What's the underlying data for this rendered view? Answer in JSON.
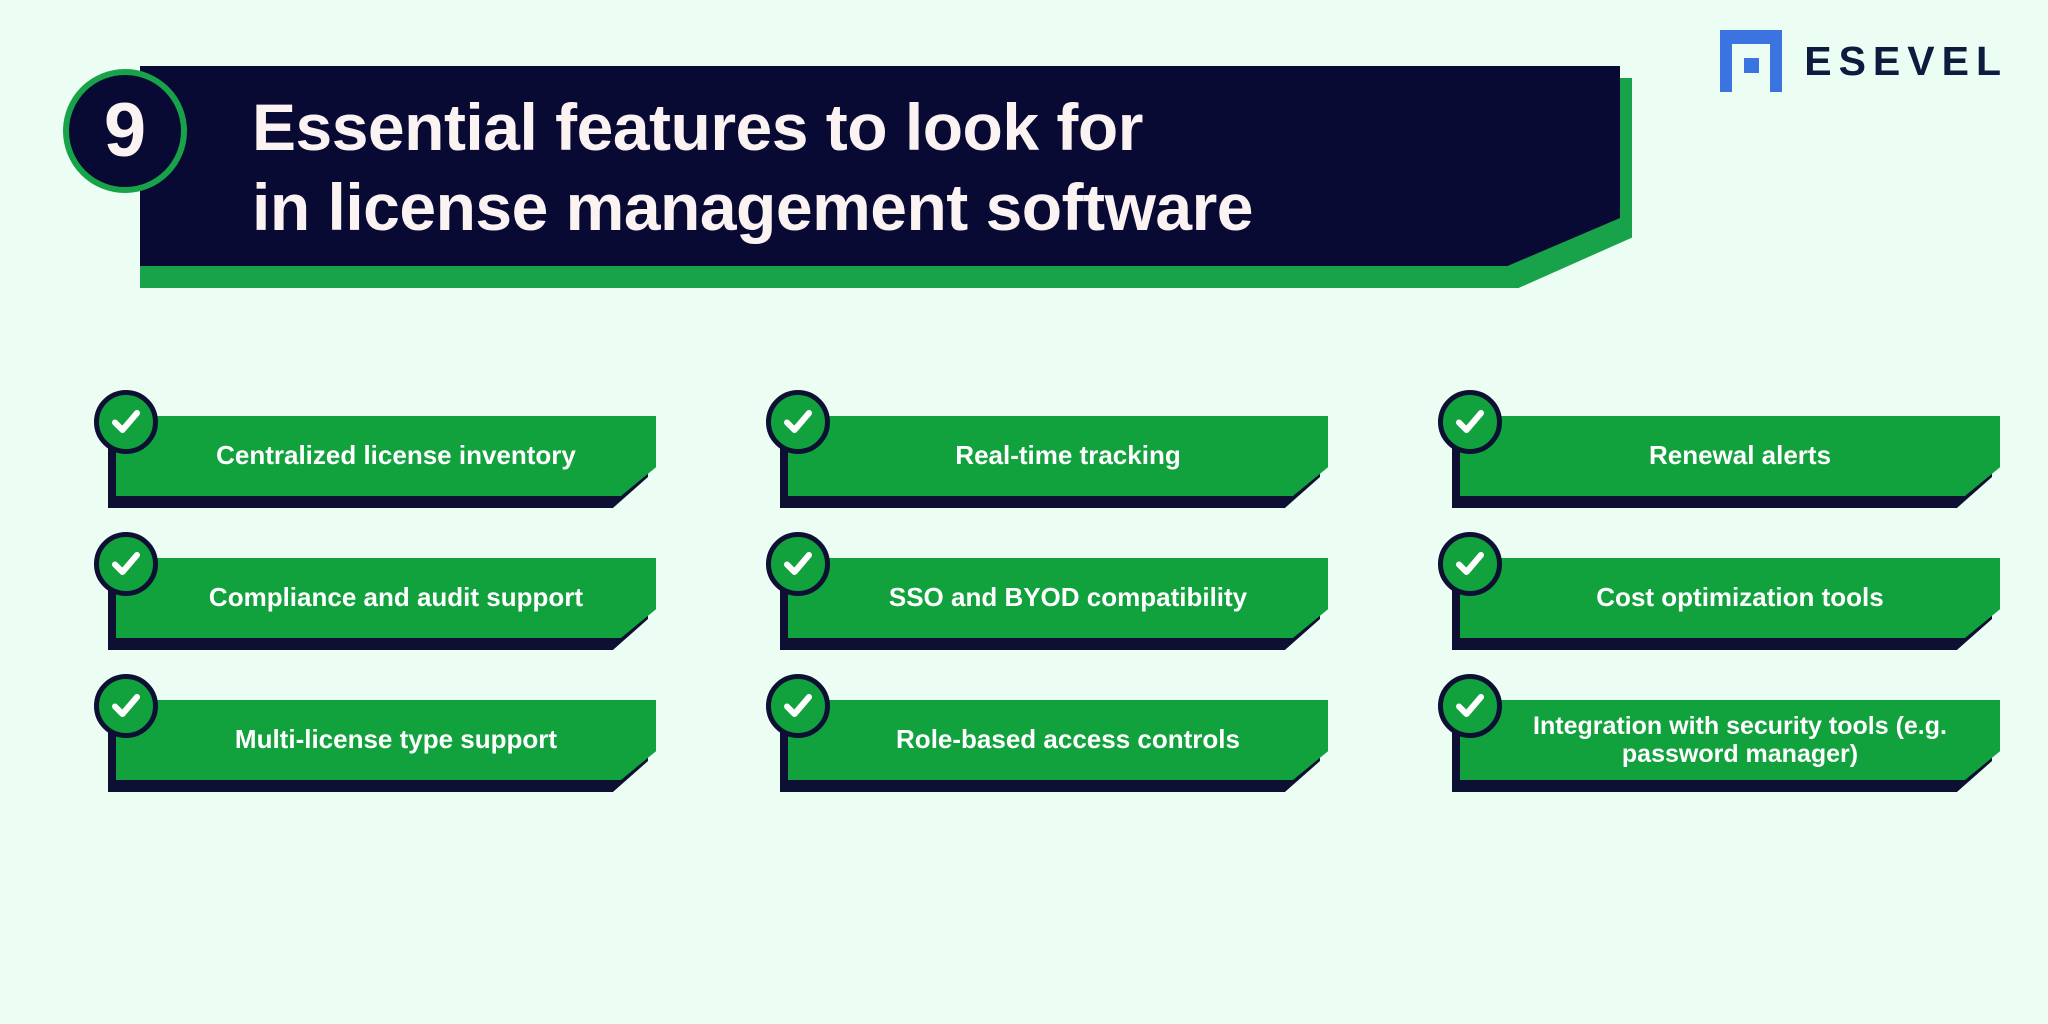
{
  "brand": {
    "name": "ESEVEL",
    "logo_icon": "nested-square-logo-icon",
    "logo_color": "#3b74e0",
    "name_color": "#0d1b3e"
  },
  "header": {
    "number": "9",
    "title_line_1": "Essential features to look for",
    "title_line_2": "in license management software",
    "banner_bg": "#080a33",
    "banner_accent": "#18a24a",
    "title_color": "#fbf2f2"
  },
  "theme": {
    "page_bg": "#ecfdf3",
    "chip_green": "#11a23e",
    "chip_shadow": "#0d1033",
    "chip_text": "#ffffff"
  },
  "features": [
    {
      "label": "Centralized license inventory",
      "icon": "check-icon"
    },
    {
      "label": "Real-time tracking",
      "icon": "check-icon"
    },
    {
      "label": "Renewal alerts",
      "icon": "check-icon"
    },
    {
      "label": "Compliance and audit support",
      "icon": "check-icon"
    },
    {
      "label": "SSO and BYOD compatibility",
      "icon": "check-icon"
    },
    {
      "label": "Cost optimization tools",
      "icon": "check-icon"
    },
    {
      "label": "Multi-license type support",
      "icon": "check-icon"
    },
    {
      "label": "Role-based access controls",
      "icon": "check-icon"
    },
    {
      "label": "Integration with security tools (e.g. password manager)",
      "icon": "check-icon"
    }
  ]
}
